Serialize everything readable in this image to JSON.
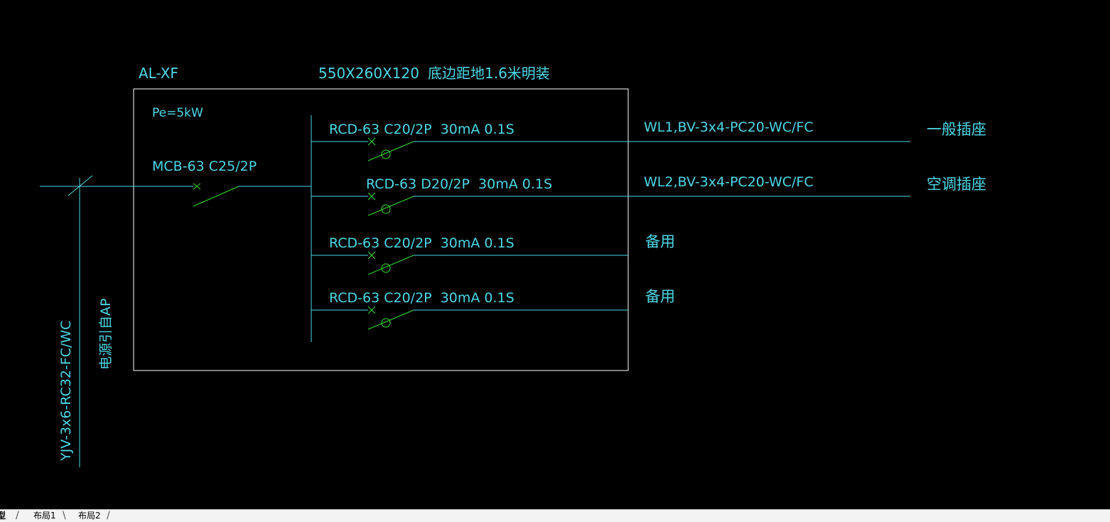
{
  "colors": {
    "background": "#000000",
    "text": "#4dd8e6",
    "wire": "#4dd8e6",
    "switch": "#33dd33",
    "frame": "#ffffff"
  },
  "panel": {
    "name": "AL-XF",
    "dimensions": "550X260X120",
    "mount_note": "底边距地1.6米明装",
    "power": "Pe=5kW"
  },
  "main_breaker": "MCB-63 C25/2P",
  "supply": {
    "cable": "YJV-3x6-RC32-FC/WC",
    "source": "电源引自AP"
  },
  "circuits": [
    {
      "breaker": "RCD-63 C20/2P  30mA 0.1S",
      "cable": "WL1,BV-3x4-PC20-WC/FC",
      "load": "一般插座"
    },
    {
      "breaker": "RCD-63 D20/2P  30mA 0.1S",
      "cable": "WL2,BV-3x4-PC20-WC/FC",
      "load": "空调插座"
    },
    {
      "breaker": "RCD-63 C20/2P  30mA 0.1S",
      "cable": "",
      "load": "备用"
    },
    {
      "breaker": "RCD-63 C20/2P  30mA 0.1S",
      "cable": "",
      "load": "备用"
    }
  ],
  "tabs": [
    "型",
    "布局1",
    "布局2"
  ]
}
